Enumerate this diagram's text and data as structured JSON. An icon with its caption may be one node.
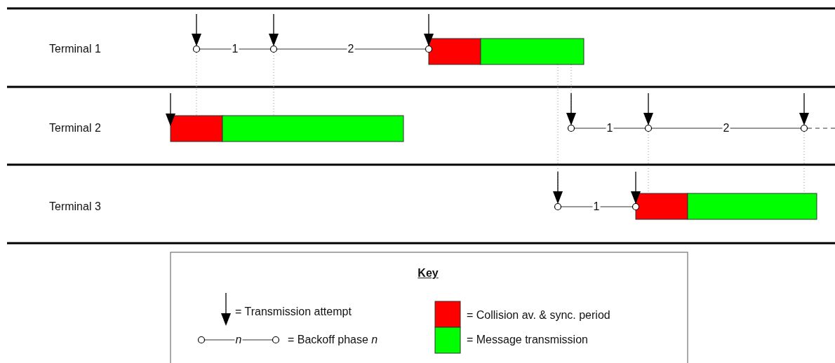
{
  "diagram": {
    "nodes": [
      {
        "text": [],
        "shape": "bar"
      },
      {
        "text": [],
        "shape": "bar"
      },
      {
        "text": [],
        "shape": "bar"
      },
      {
        "text": [],
        "shape": "bar"
      },
      {
        "text": [],
        "shape": "bar"
      },
      {
        "text": [],
        "shape": "bar"
      }
    ],
    "labels": [
      "Terminal 1",
      "1",
      "2",
      "Terminal 2",
      "1",
      "2",
      "Terminal 3",
      "1",
      "Key",
      "n"
    ],
    "legend": [
      {
        "text": "= Transmission attempt"
      },
      {
        "text": "= Backoff phase *n*"
      },
      {
        "text": "= Collision av. & sync. period",
        "color": "#ff0000"
      },
      {
        "text": "= Message transmission",
        "color": "#00ff00"
      }
    ]
  }
}
